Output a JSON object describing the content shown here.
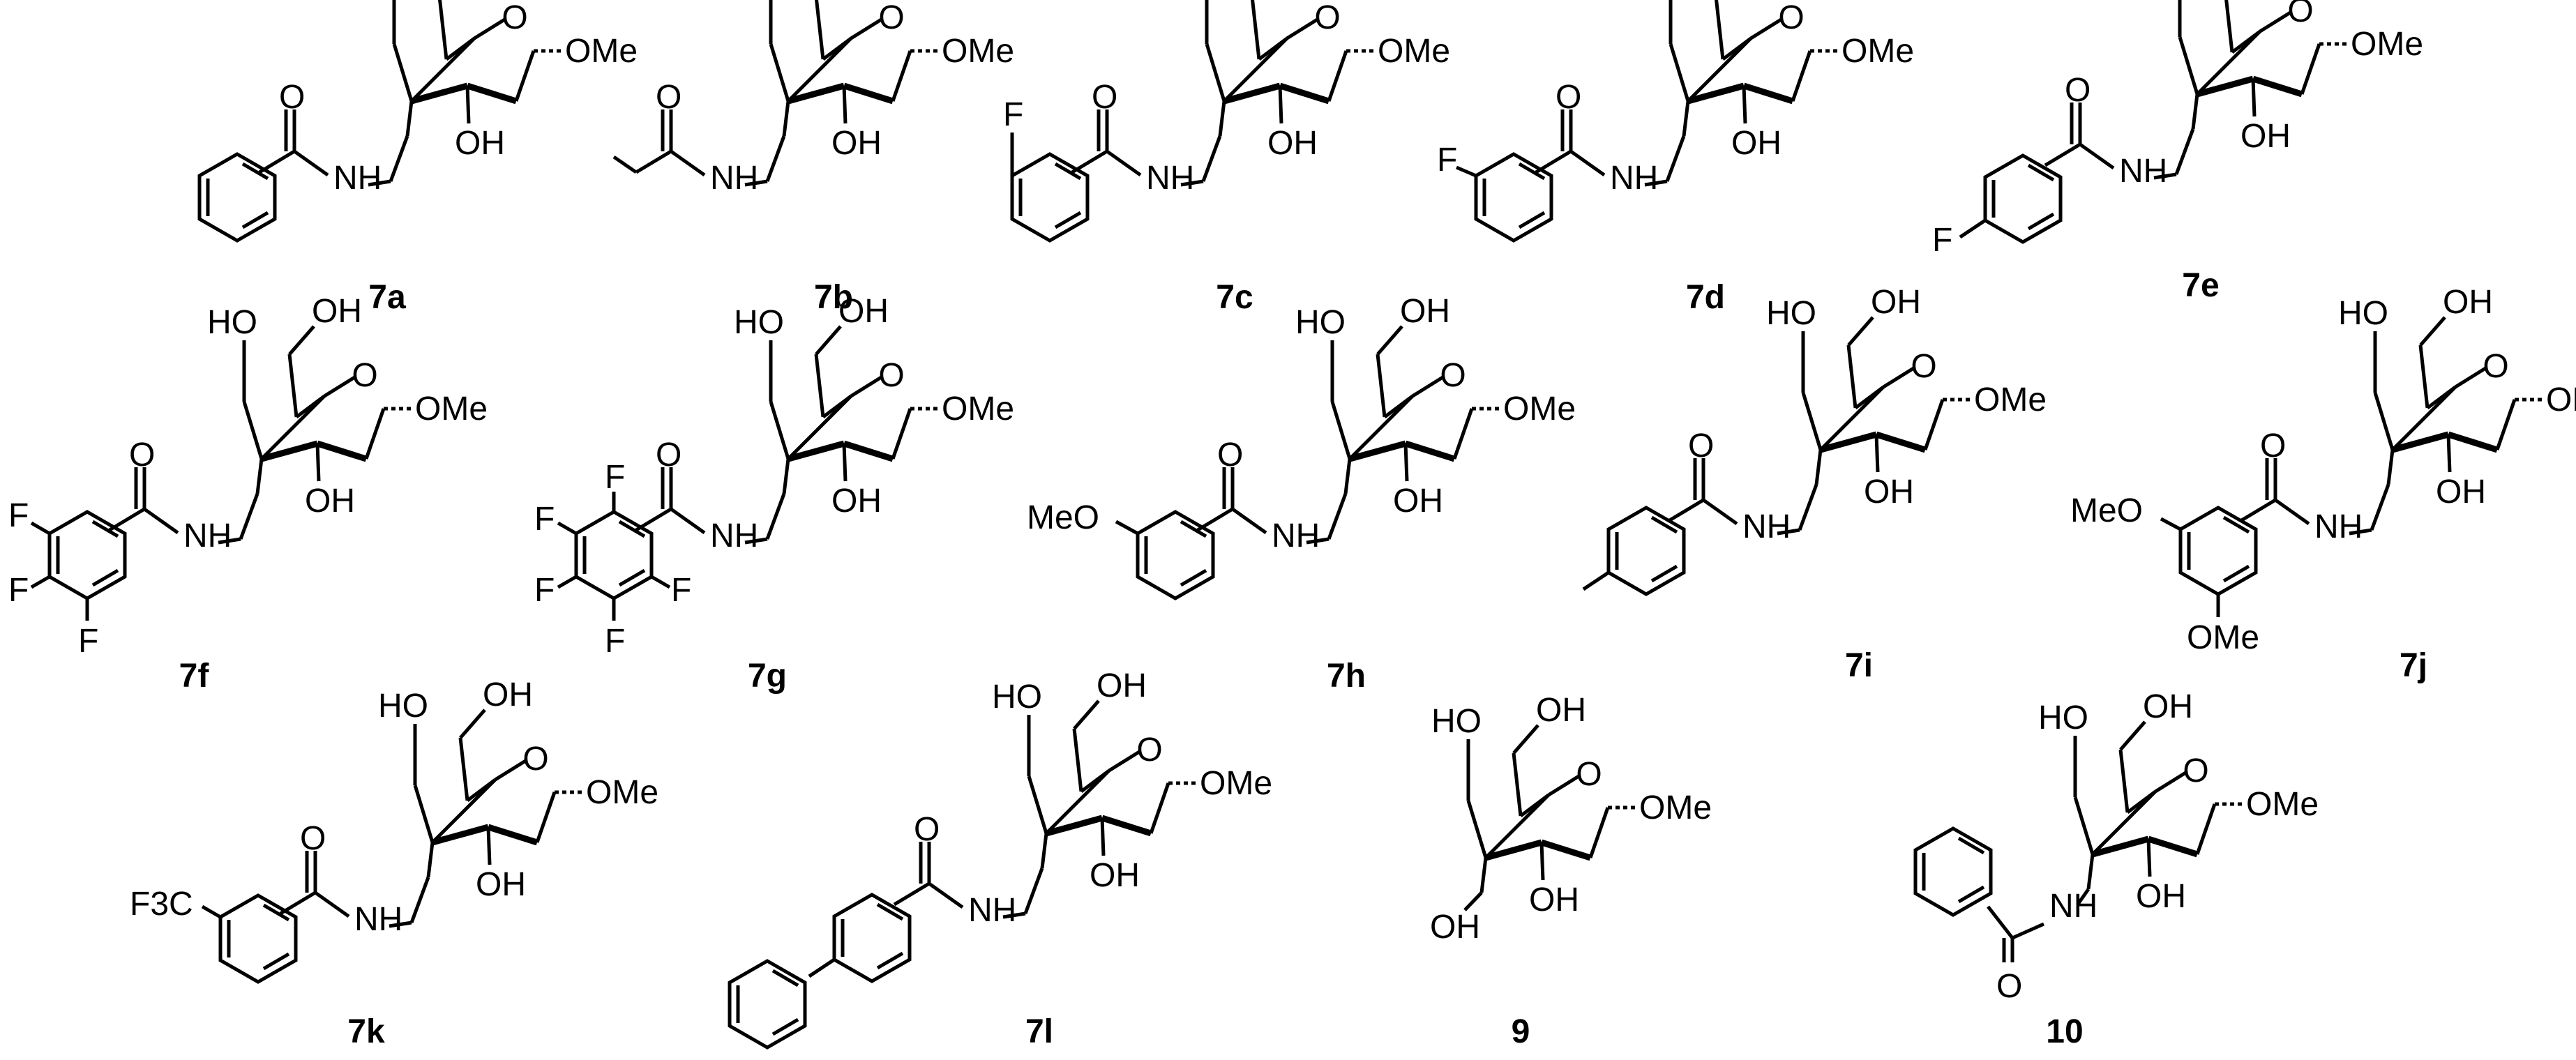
{
  "compound_labels": [
    "7a",
    "7b",
    "7c",
    "7d",
    "7e",
    "7f",
    "7g",
    "7h",
    "7i",
    "7j",
    "7k",
    "7l",
    "9",
    "10"
  ],
  "atoms": {
    "oh": "OH",
    "ho": "HO",
    "ome": "OMe",
    "o": "O",
    "nh": "NH",
    "f": "F",
    "meo": "MeO",
    "f3c": "F3C"
  },
  "colors": {
    "ink": "#000000",
    "background": "#ffffff"
  }
}
